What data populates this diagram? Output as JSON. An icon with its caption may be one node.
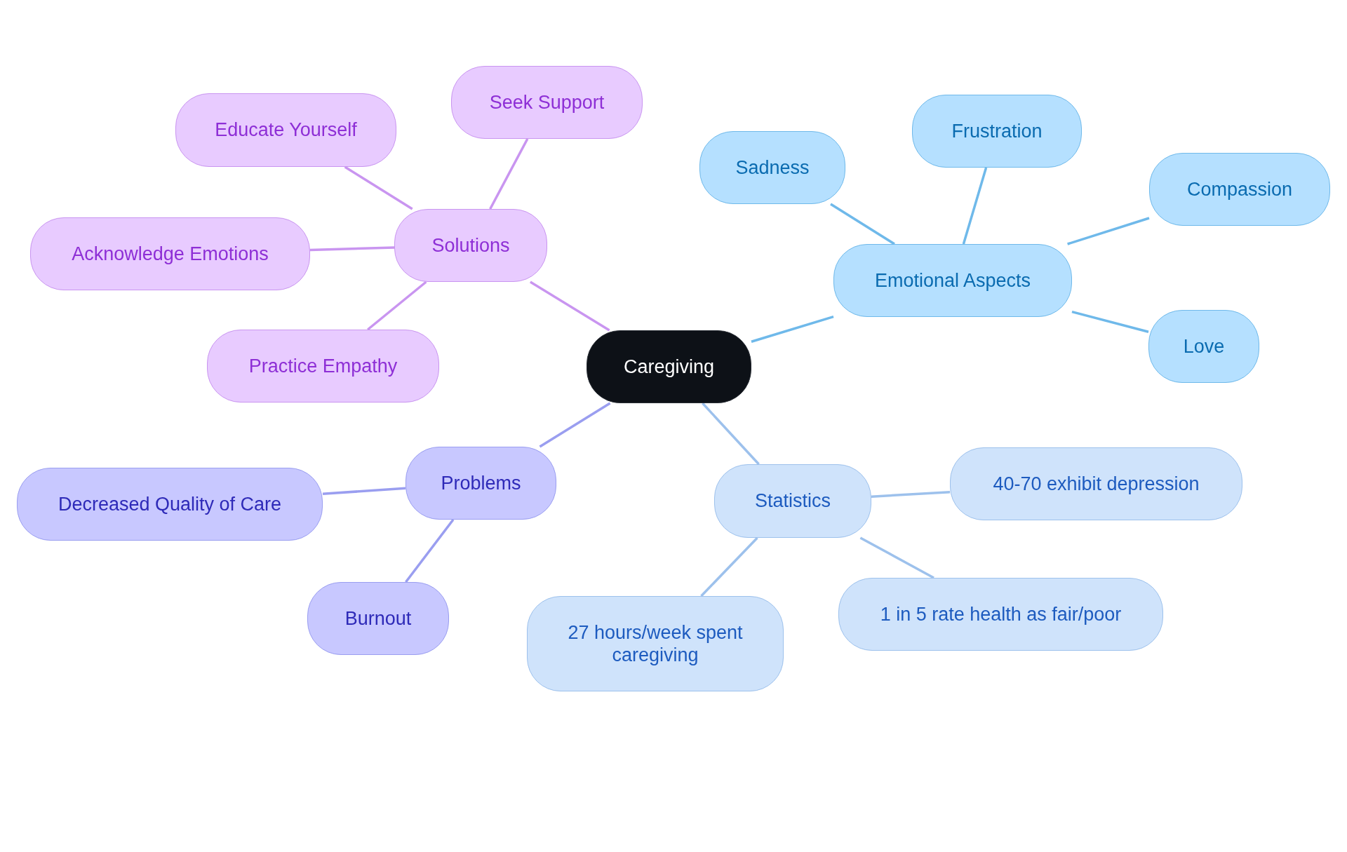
{
  "diagram": {
    "nodes": [
      {
        "text": [
          "Caregiving"
        ]
      },
      {
        "text": [
          "Solutions"
        ]
      },
      {
        "text": [
          "Seek Support"
        ]
      },
      {
        "text": [
          "Educate Yourself"
        ]
      },
      {
        "text": [
          "Acknowledge Emotions"
        ]
      },
      {
        "text": [
          "Practice Empathy"
        ]
      },
      {
        "text": [
          "Emotional Aspects"
        ]
      },
      {
        "text": [
          "Sadness"
        ]
      },
      {
        "text": [
          "Frustration"
        ]
      },
      {
        "text": [
          "Compassion"
        ]
      },
      {
        "text": [
          "Love"
        ]
      },
      {
        "text": [
          "Problems"
        ]
      },
      {
        "text": [
          "Decreased Quality of Care"
        ]
      },
      {
        "text": [
          "Burnout"
        ]
      },
      {
        "text": [
          "Statistics"
        ]
      },
      {
        "text": [
          "40-70 exhibit depression"
        ]
      },
      {
        "text": [
          "1 in 5 rate health as fair/poor"
        ]
      },
      {
        "text": [
          "27 hours/week spent caregiving"
        ]
      }
    ],
    "edges": [
      {
        "from": 0,
        "to": 1,
        "arrow": "none",
        "color": "#c995f0"
      },
      {
        "from": 1,
        "to": 2,
        "arrow": "none",
        "color": "#c995f0"
      },
      {
        "from": 1,
        "to": 3,
        "arrow": "none",
        "color": "#c995f0"
      },
      {
        "from": 1,
        "to": 4,
        "arrow": "none",
        "color": "#c995f0"
      },
      {
        "from": 1,
        "to": 5,
        "arrow": "none",
        "color": "#c995f0"
      },
      {
        "from": 0,
        "to": 6,
        "arrow": "none",
        "color": "#6fb9ea"
      },
      {
        "from": 6,
        "to": 7,
        "arrow": "none",
        "color": "#6fb9ea"
      },
      {
        "from": 6,
        "to": 8,
        "arrow": "none",
        "color": "#6fb9ea"
      },
      {
        "from": 6,
        "to": 9,
        "arrow": "none",
        "color": "#6fb9ea"
      },
      {
        "from": 6,
        "to": 10,
        "arrow": "none",
        "color": "#6fb9ea"
      },
      {
        "from": 0,
        "to": 11,
        "arrow": "none",
        "color": "#9a9ef0"
      },
      {
        "from": 11,
        "to": 12,
        "arrow": "none",
        "color": "#9a9ef0"
      },
      {
        "from": 11,
        "to": 13,
        "arrow": "none",
        "color": "#9a9ef0"
      },
      {
        "from": 0,
        "to": 14,
        "arrow": "none",
        "color": "#9dc1ec"
      },
      {
        "from": 14,
        "to": 15,
        "arrow": "none",
        "color": "#9dc1ec"
      },
      {
        "from": 14,
        "to": 16,
        "arrow": "none",
        "color": "#9dc1ec"
      },
      {
        "from": 14,
        "to": 17,
        "arrow": "none",
        "color": "#9dc1ec"
      }
    ]
  }
}
